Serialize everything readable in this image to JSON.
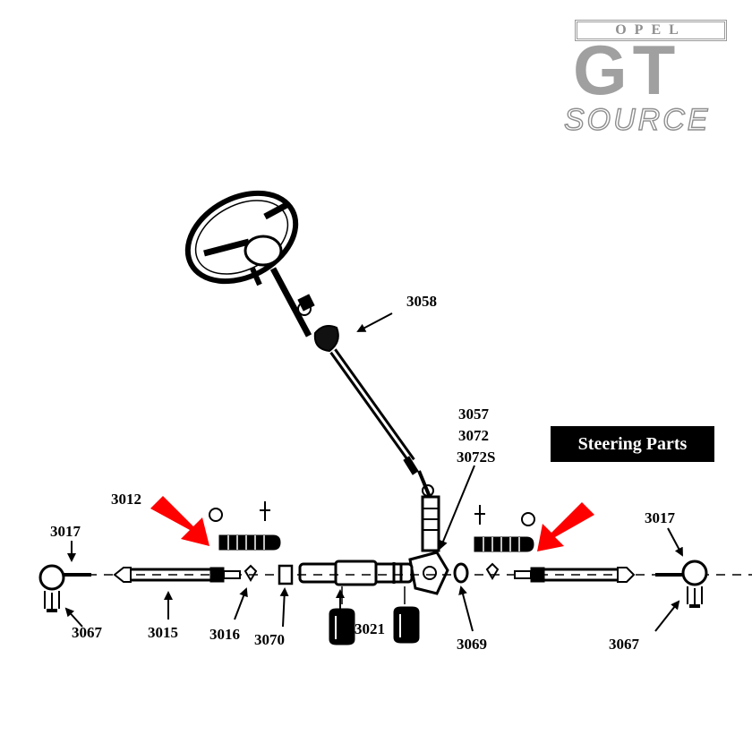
{
  "logo": {
    "brand": "OPEL",
    "model": "GT",
    "source": "SOURCE"
  },
  "title": "Steering Parts",
  "parts": {
    "p3058": "3058",
    "p3057": "3057",
    "p3072": "3072",
    "p3072s": "3072S",
    "p3012": "3012",
    "p3017_left": "3017",
    "p3017_right": "3017",
    "p3067_left": "3067",
    "p3067_right": "3067",
    "p3015": "3015",
    "p3016": "3016",
    "p3070": "3070",
    "p3021": "3021",
    "p3069": "3069"
  },
  "colors": {
    "highlight_arrow": "#ff0000",
    "logo_gray": "#9a9a9a",
    "ink": "#000000"
  }
}
